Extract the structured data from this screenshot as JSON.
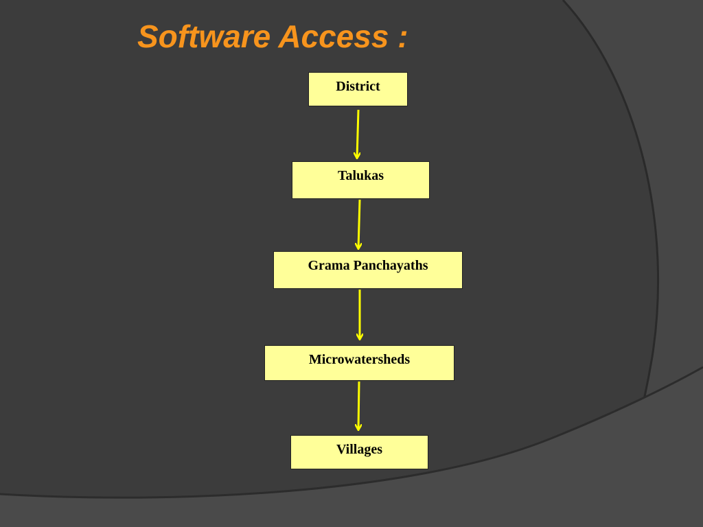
{
  "slide": {
    "title": "Software Access :",
    "title_color": "#f7941d"
  },
  "flow": {
    "node_fill": "#ffff99",
    "arrow_color": "#ffff00",
    "nodes": [
      {
        "id": "district",
        "label": "District"
      },
      {
        "id": "talukas",
        "label": "Talukas"
      },
      {
        "id": "grama-panchayaths",
        "label": "Grama Panchayaths"
      },
      {
        "id": "microwatersheds",
        "label": "Microwatersheds"
      },
      {
        "id": "villages",
        "label": "Villages"
      }
    ],
    "edges": [
      {
        "from": "district",
        "to": "talukas"
      },
      {
        "from": "talukas",
        "to": "grama-panchayaths"
      },
      {
        "from": "grama-panchayaths",
        "to": "microwatersheds"
      },
      {
        "from": "microwatersheds",
        "to": "villages"
      }
    ]
  }
}
